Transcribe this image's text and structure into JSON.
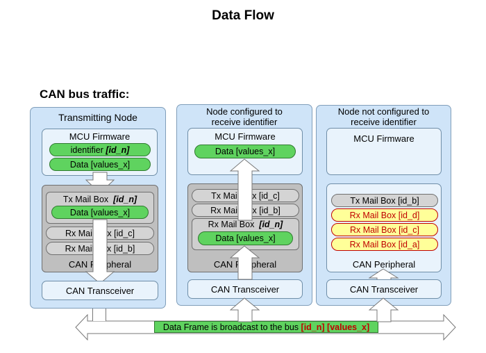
{
  "title": "Data Flow",
  "subtitle": "CAN bus traffic:",
  "nodes": {
    "tx": {
      "heading": "Transmitting Node",
      "firmware_label": "MCU Firmware",
      "identifier_prefix": "identifier",
      "identifier_id": "[id_n]",
      "data_label": "Data  [values_x]",
      "tx_mailbox_prefix": "Tx Mail Box",
      "tx_mailbox_id": "[id_n]",
      "tx_data": "Data  [values_x]",
      "rx1": "Rx Mail Box  [id_c]",
      "rx2": "Rx Mail Box  [id_b]",
      "peripheral": "CAN Peripheral",
      "transceiver": "CAN Transceiver"
    },
    "rx": {
      "heading_line1": "Node configured to",
      "heading_line2": "receive identifier",
      "firmware_label": "MCU Firmware",
      "data_label": "Data  [values_x]",
      "tx_mailbox": "Tx Mail Box  [id_c]",
      "rx_mailbox_b": "Rx Mail Box  [id_b]",
      "rx_mailbox_prefix": "Rx Mail Box",
      "rx_mailbox_id": "[id_n]",
      "rx_data": "Data  [values_x]",
      "peripheral": "CAN Peripheral",
      "transceiver": "CAN Transceiver"
    },
    "nr": {
      "heading_line1": "Node not configured to",
      "heading_line2": "receive identifier",
      "firmware_label": "MCU Firmware",
      "tx_mailbox": "Tx Mail Box  [id_b]",
      "rx_d": "Rx Mail Box  [id_d]",
      "rx_c": "Rx Mail Box  [id_c]",
      "rx_a": "Rx Mail Box  [id_a]",
      "peripheral": "CAN Peripheral",
      "transceiver": "CAN Transceiver"
    }
  },
  "bus": {
    "text": "Data Frame is broadcast to the bus ",
    "highlight": "[id_n] [values_x]"
  },
  "colors": {
    "node_bg": "#cfe4f8",
    "green_pill": "#5fd35f",
    "yellow_pill": "#ffff99",
    "red_text": "#c00000"
  }
}
